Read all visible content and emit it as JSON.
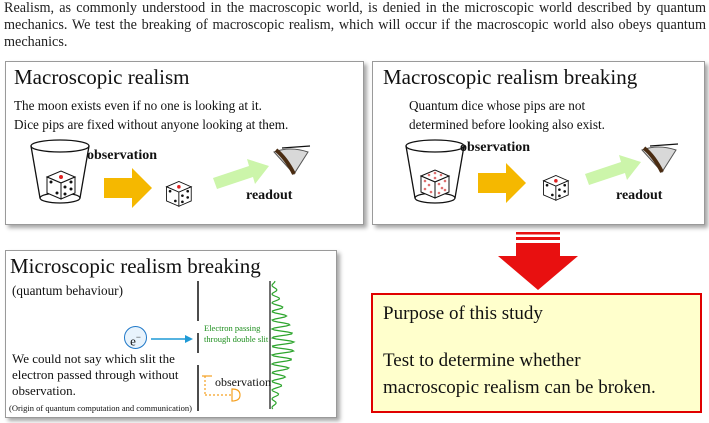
{
  "intro": "Realism, as commonly understood in the macroscopic world, is denied in the microscopic world described by quantum mechanics. We test the breaking of macroscopic realism, which will occur if the macroscopic world also obeys quantum mechanics.",
  "panel1": {
    "title": "Macroscopic realism",
    "line1": "The moon exists even if no one is looking at it.",
    "line2": "Dice pips are fixed without anyone looking at them.",
    "observation": "observation",
    "readout": "readout"
  },
  "panel2": {
    "title": "Macroscopic realism breaking",
    "line1": "Quantum dice whose pips are not",
    "line2": "determined before looking also exist.",
    "observation": "observation",
    "readout": "readout"
  },
  "panel3": {
    "title": "Microscopic realism breaking",
    "subtitle": "(quantum behaviour)",
    "electron": "e",
    "electron_sup": "−",
    "passing": "Electron passing through double slit",
    "observation": "observation",
    "text": "We could not say which slit the electron passed through without observation.",
    "origin": "(Origin of quantum computation and communication)"
  },
  "purpose": {
    "title": "Purpose of this study",
    "line1": "Test to determine whether",
    "line2": "macroscopic realism can be broken."
  },
  "colors": {
    "arrow_orange": "#f5b800",
    "arrow_green": "#ccf5aa",
    "arrow_red": "#e81010",
    "purpose_bg": "#ffffcc",
    "purpose_border": "#e00000",
    "wave_green": "#2ea52e",
    "electron_blue": "#1f78c8"
  },
  "icons": [
    "cup-icon",
    "dice-icon",
    "eye-icon",
    "electron-icon",
    "detector-icon"
  ]
}
